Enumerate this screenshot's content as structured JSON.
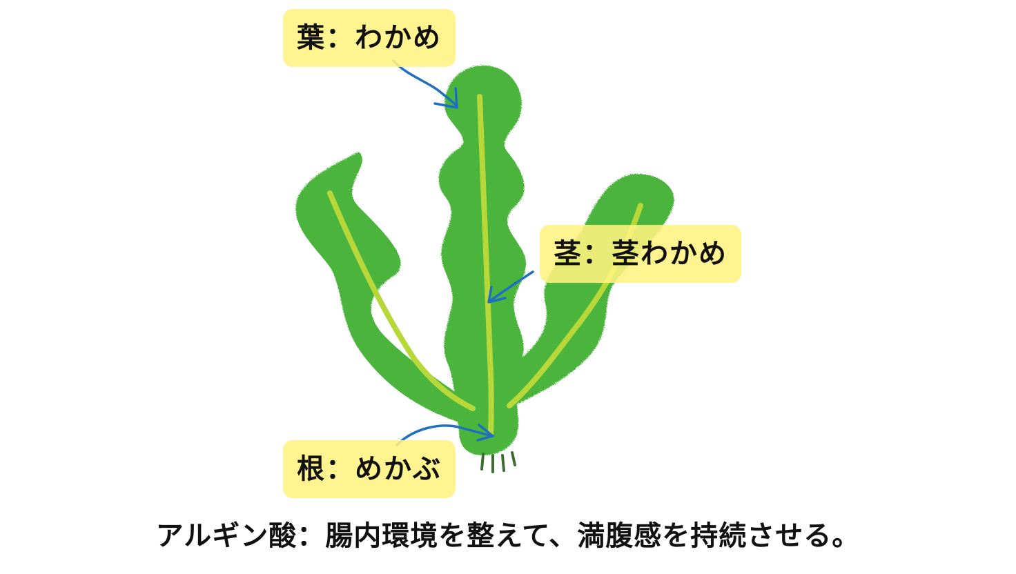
{
  "labels": {
    "leaf": "葉：わかめ",
    "stem": "茎：茎わかめ",
    "root": "根：めかぶ"
  },
  "caption": "アルギン酸：腸内環境を整えて、満腹感を持続させる。",
  "colors": {
    "seaweed_body": "#4cb43c",
    "seaweed_midrib": "#b8d83a",
    "seaweed_roots": "#3f6b35",
    "label_background": "#fff380",
    "arrow": "#1f6fc0",
    "text": "#111111"
  }
}
